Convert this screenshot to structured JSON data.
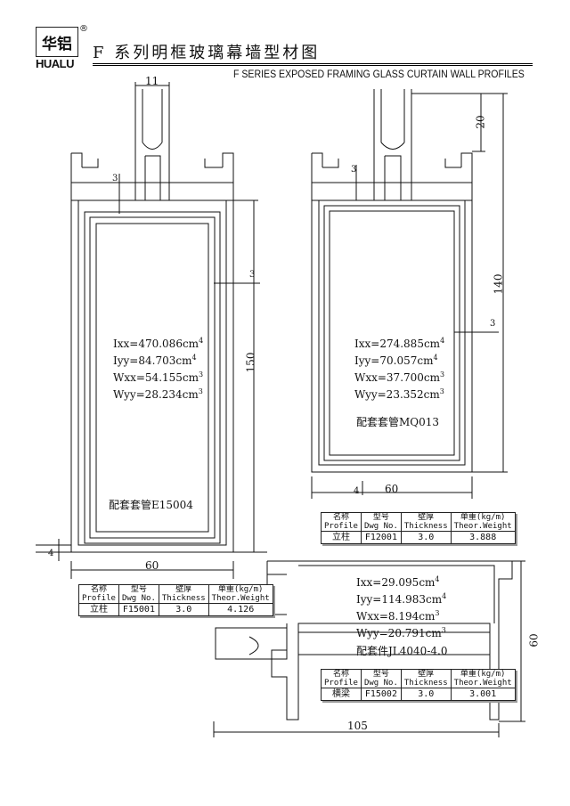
{
  "header": {
    "logo_text": "华铝",
    "brand": "HUALU",
    "registered_mark": "®",
    "title_cn": "F 系列明框玻璃幕墙型材图",
    "title_en": "F SERIES EXPOSED FRAMING GLASS CURTAIN WALL PROFILES"
  },
  "table_headers": {
    "profile_cn": "名称",
    "profile_en": "Profile",
    "dwg_cn": "型号",
    "dwg_en": "Dwg No.",
    "thick_cn": "壁厚",
    "thick_en": "Thickness",
    "weight_cn": "单重(kg/m)",
    "weight_en": "Theor.Weight"
  },
  "profiles": [
    {
      "ixx": "Ixx=470.086cm",
      "iyy": "Iyy=84.703cm",
      "wxx": "Wxx=54.155cm",
      "wyy": "Wyy=28.234cm",
      "exp4": "4",
      "exp3": "3",
      "accessory": "配套套管E15004",
      "dims": {
        "top": "11",
        "wall": "3",
        "side_wall": "3",
        "height": "150",
        "bottom": "4",
        "width": "60"
      },
      "spec": {
        "name": "立柱",
        "dwg": "F15001",
        "thickness": "3.0",
        "weight": "4.126"
      }
    },
    {
      "ixx": "Ixx=274.885cm",
      "iyy": "Iyy=70.057cm",
      "wxx": "Wxx=37.700cm",
      "wyy": "Wyy=23.352cm",
      "exp4": "4",
      "exp3": "3",
      "accessory": "配套套管MQ013",
      "dims": {
        "top": "20",
        "wall": "3",
        "side_wall": "3",
        "height": "140",
        "bottom": "4",
        "width": "60"
      },
      "spec": {
        "name": "立柱",
        "dwg": "F12001",
        "thickness": "3.0",
        "weight": "3.888"
      }
    },
    {
      "ixx": "Ixx=29.095cm",
      "iyy": "Iyy=114.983cm",
      "wxx": "Wxx=8.194cm",
      "wyy": "Wyy=20.791cm",
      "exp4": "4",
      "exp3": "3",
      "accessory": "配套件JL4040-4.0",
      "dims": {
        "height": "60",
        "width": "105"
      },
      "spec": {
        "name": "横梁",
        "dwg": "F15002",
        "thickness": "3.0",
        "weight": "3.001"
      }
    }
  ]
}
